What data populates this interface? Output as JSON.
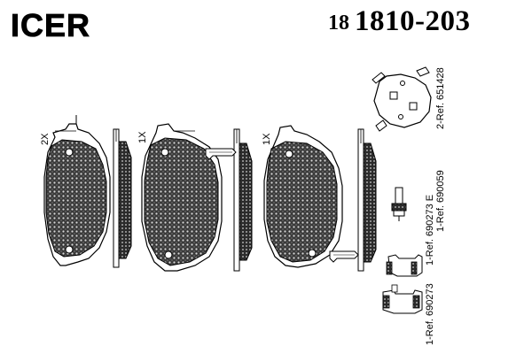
{
  "header": {
    "brand_logo_text": "ICER",
    "part_prefix": "18",
    "part_number": "1810-203"
  },
  "pads": [
    {
      "quantity": "2X"
    },
    {
      "quantity": "1X"
    },
    {
      "quantity": "1X"
    }
  ],
  "references": {
    "clip_ref": "2-Ref. 651428",
    "sensor_ref": "1-Ref. 690059",
    "bracket_ref": "1-Ref. 690273 E",
    "plate_ref": "1-Ref. 690273"
  }
}
